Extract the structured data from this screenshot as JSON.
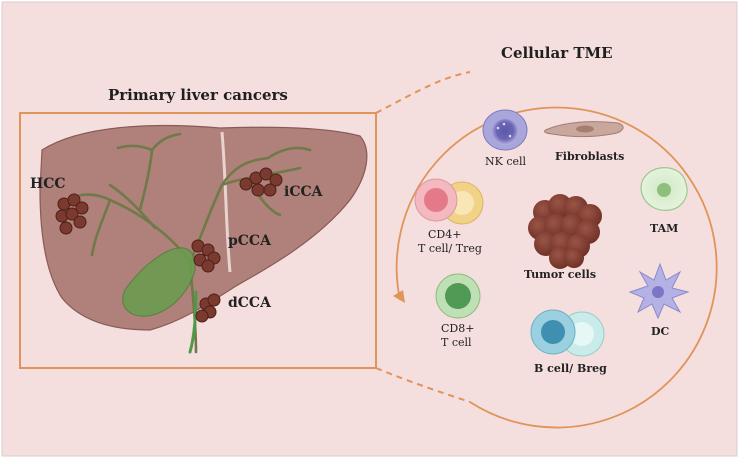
{
  "titles": {
    "left": "Primary liver cancers",
    "right": "Cellular TME"
  },
  "tumors": {
    "hcc": "HCC",
    "icca": "iCCA",
    "pcca": "pCCA",
    "dcca": "dCCA"
  },
  "cells": {
    "nk": "NK cell",
    "fibroblasts": "Fibroblasts",
    "cd4_line1": "CD4+",
    "cd4_line2": "T cell/ Treg",
    "tumor": "Tumor cells",
    "tam": "TAM",
    "cd8_line1": "CD8+",
    "cd8_line2": "T cell",
    "b": "B cell/ Breg",
    "dc": "DC"
  },
  "colors": {
    "background": "#f5dede",
    "liver": "#b0807a",
    "bile_duct": "#6f7a49",
    "gallbladder": "#6a9d4e",
    "tumor": "#7a3a30",
    "frame": "#e0945a"
  }
}
